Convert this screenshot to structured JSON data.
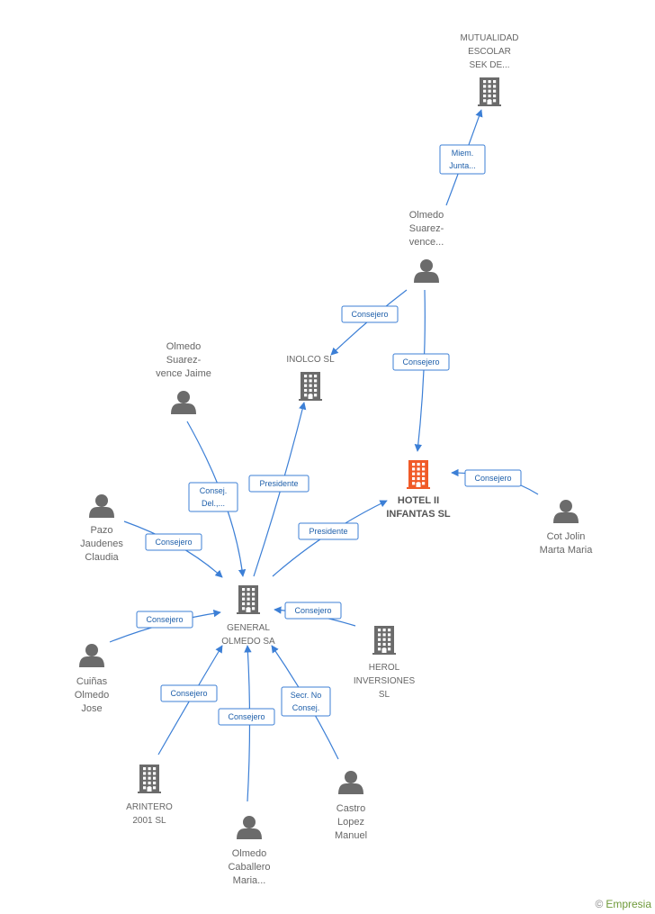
{
  "colors": {
    "node": "#6b6b6b",
    "focus": "#f05a28",
    "edge": "#3c7fd6"
  },
  "nodes": [
    {
      "id": "mutualidad",
      "kind": "company",
      "lines": [
        "MUTUALIDAD",
        "ESCOLAR",
        "SEK DE..."
      ]
    },
    {
      "id": "olmedo_sv",
      "kind": "person",
      "lines": [
        "Olmedo",
        "Suarez-",
        "vence..."
      ]
    },
    {
      "id": "inolco",
      "kind": "company",
      "lines": [
        "INOLCO SL"
      ]
    },
    {
      "id": "olmedo_jaime",
      "kind": "person",
      "lines": [
        "Olmedo",
        "Suarez-",
        "vence Jaime"
      ]
    },
    {
      "id": "hotel",
      "kind": "focus",
      "lines": [
        "HOTEL II",
        "INFANTAS SL"
      ]
    },
    {
      "id": "cotjolin",
      "kind": "person",
      "lines": [
        "Cot Jolin",
        "Marta Maria"
      ]
    },
    {
      "id": "pazo",
      "kind": "person",
      "lines": [
        "Pazo",
        "Jaudenes",
        "Claudia"
      ]
    },
    {
      "id": "general",
      "kind": "company",
      "lines": [
        "GENERAL",
        "OLMEDO SA"
      ]
    },
    {
      "id": "herol",
      "kind": "company",
      "lines": [
        "HEROL",
        "INVERSIONES",
        "SL"
      ]
    },
    {
      "id": "cuinas",
      "kind": "person",
      "lines": [
        "Cuiñas",
        "Olmedo",
        "Jose"
      ]
    },
    {
      "id": "arintero",
      "kind": "company",
      "lines": [
        "ARINTERO",
        "2001 SL"
      ]
    },
    {
      "id": "castro",
      "kind": "person",
      "lines": [
        "Castro",
        "Lopez",
        "Manuel"
      ]
    },
    {
      "id": "olmedo_cab",
      "kind": "person",
      "lines": [
        "Olmedo",
        "Caballero",
        "Maria..."
      ]
    }
  ],
  "edges": [
    {
      "id": "e1",
      "from": "olmedo_sv",
      "to": "mutualidad",
      "lines": [
        "Miem.",
        "Junta..."
      ]
    },
    {
      "id": "e2",
      "from": "olmedo_sv",
      "to": "inolco",
      "lines": [
        "Consejero"
      ]
    },
    {
      "id": "e3",
      "from": "olmedo_sv",
      "to": "hotel",
      "lines": [
        "Consejero"
      ]
    },
    {
      "id": "e4",
      "from": "cotjolin",
      "to": "hotel",
      "lines": [
        "Consejero"
      ]
    },
    {
      "id": "e5",
      "from": "general",
      "to": "inolco",
      "lines": [
        "Presidente"
      ]
    },
    {
      "id": "e6",
      "from": "general",
      "to": "hotel",
      "lines": [
        "Presidente"
      ]
    },
    {
      "id": "e7",
      "from": "olmedo_jaime",
      "to": "general",
      "lines": [
        "Consej.",
        "Del.,..."
      ]
    },
    {
      "id": "e8",
      "from": "pazo",
      "to": "general",
      "lines": [
        "Consejero"
      ]
    },
    {
      "id": "e9",
      "from": "cuinas",
      "to": "general",
      "lines": [
        "Consejero"
      ]
    },
    {
      "id": "e10",
      "from": "herol",
      "to": "general",
      "lines": [
        "Consejero"
      ]
    },
    {
      "id": "e11",
      "from": "arintero",
      "to": "general",
      "lines": [
        "Consejero"
      ]
    },
    {
      "id": "e12",
      "from": "olmedo_cab",
      "to": "general",
      "lines": [
        "Consejero"
      ]
    },
    {
      "id": "e13",
      "from": "castro",
      "to": "general",
      "lines": [
        "Secr.  No",
        "Consej."
      ]
    }
  ],
  "watermark": {
    "copyright": "©",
    "brand": "Empresia"
  }
}
